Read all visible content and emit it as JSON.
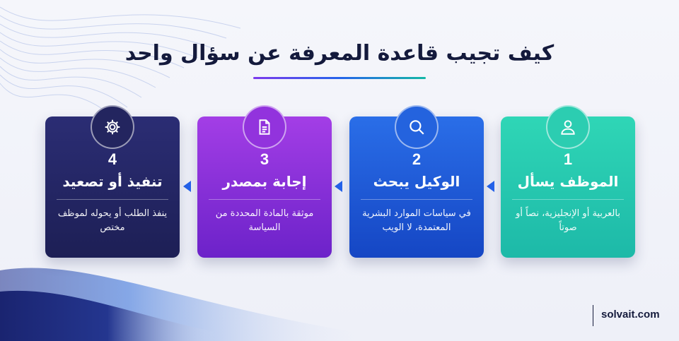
{
  "title": "كيف تجيب قاعدة المعرفة عن سؤال واحد",
  "steps": [
    {
      "number": "1",
      "heading": "الموظف يسأل",
      "description": "بالعربية أو الإنجليزية، نصاً أو صوتاً",
      "icon": "user-icon",
      "color": "#22c4ae"
    },
    {
      "number": "2",
      "heading": "الوكيل يبحث",
      "description": "في سياسات الموارد البشرية المعتمدة، لا الويب",
      "icon": "search-icon",
      "color": "#1d58d8"
    },
    {
      "number": "3",
      "heading": "إجابة بمصدر",
      "description": "موثقة بالمادة المحددة من السياسة",
      "icon": "document-icon",
      "color": "#8a2fd9"
    },
    {
      "number": "4",
      "heading": "تنفيذ أو تصعيد",
      "description": "ينفذ الطلب أو يحوله لموظف مختص",
      "icon": "gear-icon",
      "color": "#25276a"
    }
  ],
  "brand": "solvait.com"
}
